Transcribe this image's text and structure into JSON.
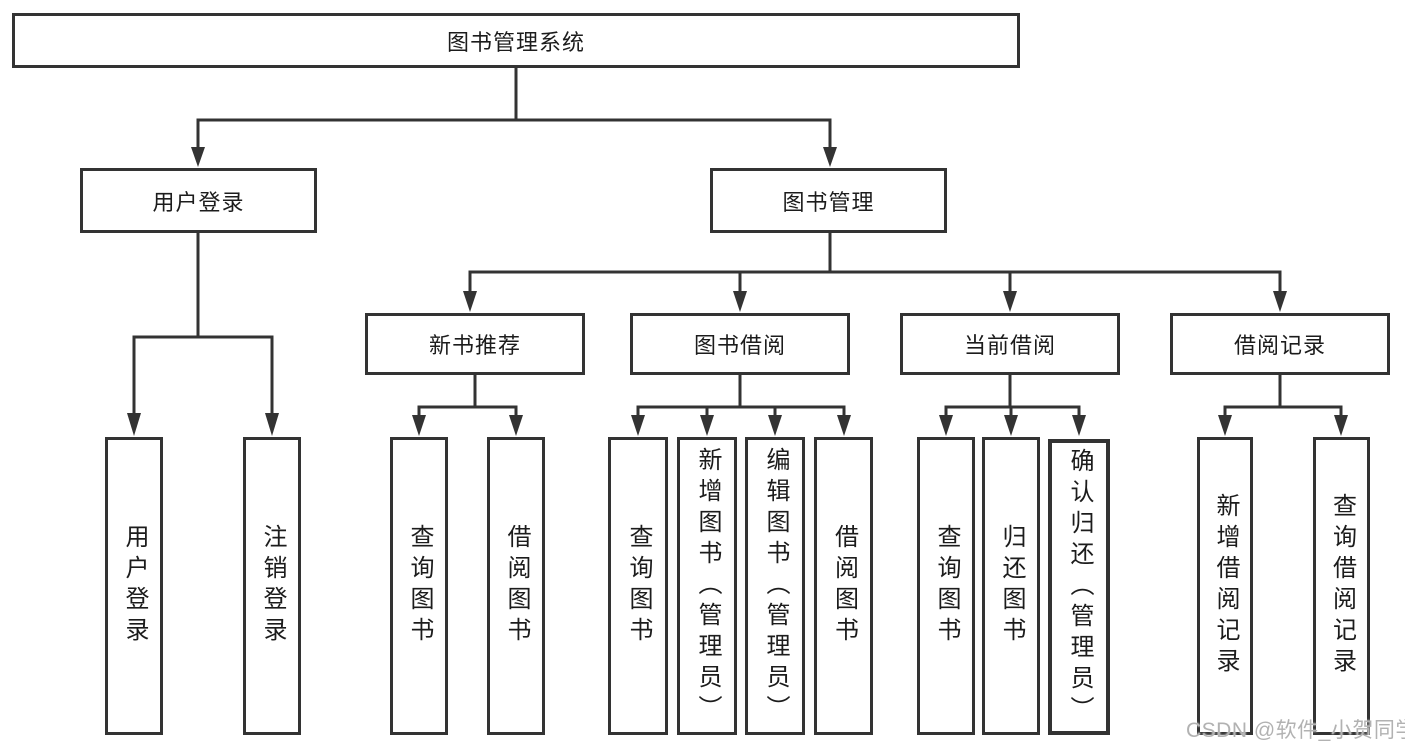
{
  "tree": {
    "root": {
      "label": "图书管理系统"
    },
    "children": [
      {
        "label": "用户登录",
        "children": [
          {
            "label": "用户登录"
          },
          {
            "label": "注销登录"
          }
        ]
      },
      {
        "label": "图书管理",
        "children": [
          {
            "label": "新书推荐",
            "children": [
              {
                "label": "查询图书"
              },
              {
                "label": "借阅图书"
              }
            ]
          },
          {
            "label": "图书借阅",
            "children": [
              {
                "label": "查询图书"
              },
              {
                "label": "新增图书（管理员）"
              },
              {
                "label": "编辑图书（管理员）"
              },
              {
                "label": "借阅图书"
              }
            ]
          },
          {
            "label": "当前借阅",
            "children": [
              {
                "label": "查询图书"
              },
              {
                "label": "归还图书"
              },
              {
                "label": "确认归还（管理员）"
              }
            ]
          },
          {
            "label": "借阅记录",
            "children": [
              {
                "label": "新增借阅记录"
              },
              {
                "label": "查询借阅记录"
              }
            ]
          }
        ]
      }
    ]
  },
  "watermark": "CSDN @软件_小贺同学",
  "colors": {
    "line": "#333333",
    "text": "#1c1c1c",
    "watermark": "#b2b2b2",
    "background": "#ffffff"
  }
}
